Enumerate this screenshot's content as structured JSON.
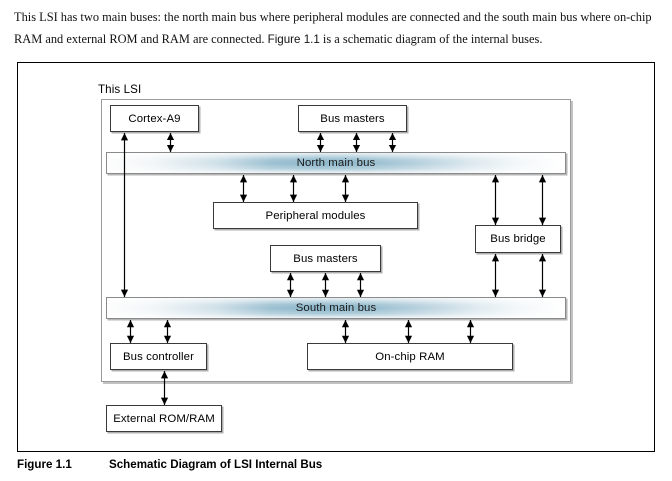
{
  "paragraph": {
    "part1": "This LSI has two main buses: the north main bus where peripheral modules are connected and the south main bus where on-chip RAM and external ROM and RAM are connected. ",
    "figure_reference": "Figure 1.1",
    "part2": " is a schematic diagram of the internal buses."
  },
  "figure": {
    "boundary_label": "This LSI",
    "caption_number": "Figure 1.1",
    "caption_title": "Schematic Diagram of LSI Internal Bus"
  },
  "colors": {
    "bus_gradient_peak": "#8bb6ca",
    "bus_gradient_mid": "#cfe0e8",
    "bus_gradient_edge": "#ffffff",
    "box_border": "#3a3a3a",
    "boundary_border": "#9a9a9a",
    "frame_border": "#000000",
    "arrow": "#000000"
  },
  "blocks": {
    "cortex_a9": "Cortex-A9",
    "bus_masters_north": "Bus masters",
    "north_main_bus": "North main bus",
    "peripheral_modules": "Peripheral modules",
    "bus_masters_south": "Bus masters",
    "bus_bridge": "Bus bridge",
    "south_main_bus": "South main bus",
    "bus_controller": "Bus controller",
    "on_chip_ram": "On-chip RAM",
    "external_rom_ram": "External ROM/RAM"
  },
  "connections": [
    {
      "from": "Cortex-A9",
      "to": "South main bus",
      "heads": "both",
      "note": "long line passing through north main bus"
    },
    {
      "from": "Cortex-A9",
      "to": "North main bus",
      "heads": "both"
    },
    {
      "from": "Bus masters (north)",
      "to": "North main bus",
      "heads": "both",
      "count": 3
    },
    {
      "from": "North main bus",
      "to": "Peripheral modules",
      "heads": "both",
      "count": 3
    },
    {
      "from": "Bus masters (south)",
      "to": "South main bus",
      "heads": "both",
      "count": 3
    },
    {
      "from": "North main bus",
      "to": "Bus bridge",
      "heads": "both",
      "count": 2
    },
    {
      "from": "Bus bridge",
      "to": "South main bus",
      "heads": "both",
      "count": 2
    },
    {
      "from": "South main bus",
      "to": "Bus controller",
      "heads": "both",
      "count": 2
    },
    {
      "from": "South main bus",
      "to": "On-chip RAM",
      "heads": "both",
      "count": 3
    },
    {
      "from": "Bus controller",
      "to": "External ROM/RAM",
      "heads": "both",
      "count": 1
    }
  ]
}
